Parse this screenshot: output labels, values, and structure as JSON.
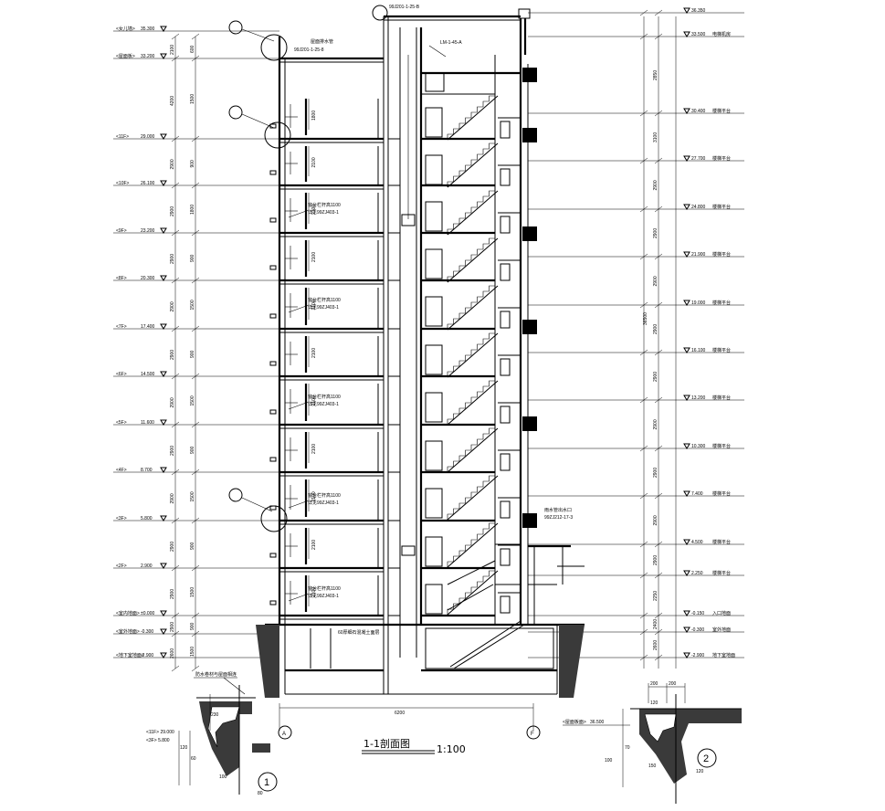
{
  "title": "1-1剖面图",
  "scale": "1:100",
  "grid_axes": [
    "A",
    "F"
  ],
  "overall_width": "6200",
  "top_ref": "99J201-1-25-B",
  "roof_ref": "99J201-1-25-8",
  "roof_note": "屋面排水管",
  "stair_note": "LM-1-45-A",
  "levels_left": [
    {
      "label": "<女儿墙>",
      "value": "35.300"
    },
    {
      "label": "<屋面板>",
      "value": "33.200"
    },
    {
      "label": "<11F>",
      "value": "29.000"
    },
    {
      "label": "<10F>",
      "value": "26.100"
    },
    {
      "label": "<9F>",
      "value": "23.200"
    },
    {
      "label": "<8F>",
      "value": "20.300"
    },
    {
      "label": "<7F>",
      "value": "17.400"
    },
    {
      "label": "<6F>",
      "value": "14.500"
    },
    {
      "label": "<5F>",
      "value": "11.600"
    },
    {
      "label": "<4F>",
      "value": "8.700"
    },
    {
      "label": "<3F>",
      "value": "5.800"
    },
    {
      "label": "<2F>",
      "value": "2.900"
    },
    {
      "label": "<室内地面>",
      "value": "±0.000"
    },
    {
      "label": "<室外地面>",
      "value": "-0.300"
    },
    {
      "label": "<地下室地面>",
      "value": "-2.900"
    }
  ],
  "levels_right": [
    {
      "value": "36.350"
    },
    {
      "value": "33.500",
      "note": "电梯机房"
    },
    {
      "value": "30.400",
      "note": "楼梯平台"
    },
    {
      "value": "27.700",
      "note": "楼梯平台"
    },
    {
      "value": "24.800",
      "note": "楼梯平台"
    },
    {
      "value": "21.900",
      "note": "楼梯平台"
    },
    {
      "value": "19.000",
      "note": "楼梯平台"
    },
    {
      "value": "16.100",
      "note": "楼梯平台"
    },
    {
      "value": "13.200",
      "note": "楼梯平台"
    },
    {
      "value": "10.300",
      "note": "楼梯平台"
    },
    {
      "value": "7.400",
      "note": "楼梯平台"
    },
    {
      "value": "4.500",
      "note": "楼梯平台"
    },
    {
      "value": "2.250",
      "note": "楼梯平台"
    },
    {
      "value": "-0.150",
      "note": "入口地面"
    },
    {
      "value": "-0.300",
      "note": "室外地面"
    },
    {
      "value": "-2.900",
      "note": "地下室地面"
    }
  ],
  "window_notes": [
    {
      "line1": "窗台栏杆高1100",
      "line2": "详见99ZJ403-1"
    },
    {
      "line1": "窗台栏杆高1100",
      "line2": "详见99ZJ403-1"
    },
    {
      "line1": "窗台栏杆高1100",
      "line2": "详见99ZJ403-1"
    },
    {
      "line1": "窗台栏杆高1100",
      "line2": "详见99ZJ403-1"
    },
    {
      "line1": "窗台栏杆高1100",
      "line2": "详见99ZJ403-1"
    }
  ],
  "basement_note": "60厚细石混凝土面层",
  "canopy_note": "雨水管出水口",
  "canopy_ref": "99ZJ212-17-3",
  "detail1": {
    "number": "1",
    "levels": [
      "<11F> 29.000",
      "<3F> 5.800"
    ],
    "note": "防水卷材与屋面相连",
    "dims": [
      "120",
      "60",
      "230",
      "100",
      "80"
    ]
  },
  "detail2": {
    "number": "2",
    "level_label": "<屋面板面>",
    "level_value": "36.500",
    "dims": [
      "200",
      "200",
      "120",
      "100",
      "70",
      "150",
      "120"
    ]
  },
  "dims_left_outer": [
    "2100",
    "4200",
    "2900",
    "2900",
    "2900",
    "2900",
    "2900",
    "2900",
    "2900",
    "2900",
    "2900",
    "2900",
    "2900",
    "2600"
  ],
  "dims_left_inner": [
    "600",
    "1500",
    "900",
    "1800",
    "900",
    "1500",
    "900",
    "1500",
    "900",
    "1500",
    "900",
    "1500",
    "900",
    "1500"
  ],
  "dims_right_total": "36500",
  "dims_right": [
    "2850",
    "3100",
    "2900",
    "2900",
    "2900",
    "2900",
    "2900",
    "2900",
    "2900",
    "2900",
    "2900",
    "2250",
    "2400",
    "2600"
  ],
  "window_heights": [
    "1800",
    "2100",
    "2100",
    "2100",
    "2100",
    "2100",
    "2100",
    "2100",
    "2100",
    "2100",
    "2100"
  ]
}
